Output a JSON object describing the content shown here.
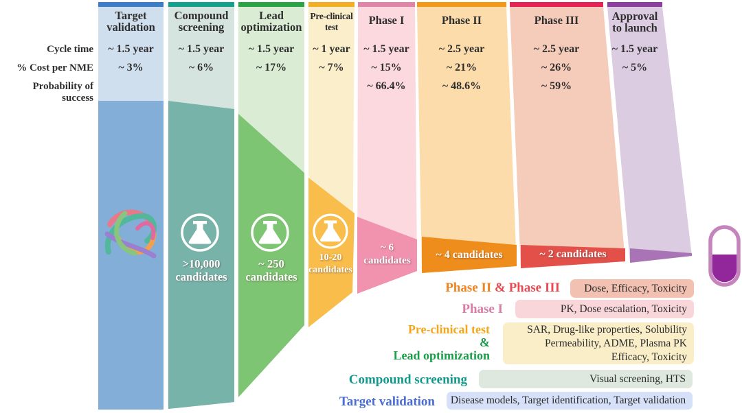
{
  "row_labels": {
    "cycle": "Cycle time",
    "cost": "% Cost per NME",
    "probability": "Probability of success"
  },
  "columns": [
    {
      "id": "target-validation",
      "title1": "Target",
      "title2": "validation",
      "cycle": "~ 1.5 year",
      "cost": "~ 3%",
      "colors": {
        "bar": "#3b7dc8",
        "light": "#cfdfee",
        "dark": "#82aed8"
      }
    },
    {
      "id": "compound-screening",
      "title1": "Compound",
      "title2": "screening",
      "cycle": "~ 1.5 year",
      "cost": "~ 6%",
      "cand1": ">10,000",
      "cand2": "candidates",
      "colors": {
        "bar": "#13a18d",
        "light": "#d6e4df",
        "dark": "#78b3aa"
      }
    },
    {
      "id": "lead-optimization",
      "title1": "Lead",
      "title2": "optimization",
      "cycle": "~ 1.5 year",
      "cost": "~ 17%",
      "cand1": "~ 250",
      "cand2": "candidates",
      "colors": {
        "bar": "#28a447",
        "light": "#daecd4",
        "dark": "#7dc473"
      }
    },
    {
      "id": "pre-clinical-test",
      "title1": "Pre-clinical",
      "title2": "test",
      "cycle": "~ 1 year",
      "cost": "~ 7%",
      "cand1": "10-20",
      "cand2": "candidates",
      "colors": {
        "bar": "#f4ae24",
        "light": "#fbefcb",
        "dark": "#f8bd4a"
      }
    },
    {
      "id": "phase-1",
      "title1": "Phase I",
      "cycle": "~ 1.5 year",
      "cost": "~ 15%",
      "prob": "~ 66.4%",
      "cand1": "~ 6",
      "cand2": "candidates",
      "colors": {
        "bar": "#e085a8",
        "light": "#fbd9df",
        "dark": "#f192ae"
      }
    },
    {
      "id": "phase-2",
      "title1": "Phase II",
      "cycle": "~ 2.5 year",
      "cost": "~ 21%",
      "prob": "~ 48.6%",
      "cand1": "~ 4 candidates",
      "colors": {
        "bar": "#f3981a",
        "light": "#fcdcab",
        "dark": "#ef8d1c"
      }
    },
    {
      "id": "phase-3",
      "title1": "Phase III",
      "cycle": "~ 2.5 year",
      "cost": "~ 26%",
      "prob": "~ 59%",
      "cand1": "~ 2 candidates",
      "colors": {
        "bar": "#e62154",
        "light": "#f5cbba",
        "dark": "#e25049"
      }
    },
    {
      "id": "approval-to-launch",
      "title1": "Approval",
      "title2": "to launch",
      "cycle": "~ 1.5 year",
      "cost": "~ 5%",
      "colors": {
        "bar": "#8d3f9f",
        "light": "#dbcce1",
        "dark": "#a974b6"
      }
    }
  ],
  "legend": [
    {
      "label_parts": [
        {
          "text": "Phase II ",
          "color": "#f0831e"
        },
        {
          "text": "& ",
          "color": "#ea4a52"
        },
        {
          "text": "Phase III",
          "color": "#ea4a52"
        }
      ],
      "box_lines": [
        "Dose, Efficacy, Toxicity"
      ],
      "box_color": "#f2c1b1"
    },
    {
      "label_parts": [
        {
          "text": "Phase I",
          "color": "#d87da6"
        }
      ],
      "box_lines": [
        "PK, Dose escalation, Toxicity"
      ],
      "box_color": "#f9d6da"
    },
    {
      "label_parts": [
        {
          "text": "Pre-clinical test",
          "color": "#f2a71c"
        },
        {
          "text": "&",
          "color": "#1b9e4b"
        },
        {
          "text": "Lead optimization",
          "color": "#1b9e4b"
        }
      ],
      "box_lines": [
        "SAR, Drug-like properties, Solubility",
        "Permeability, ADME, Plasma PK",
        "Efficacy, Toxicity"
      ],
      "box_color": "#faeec9"
    },
    {
      "label_parts": [
        {
          "text": "Compound screening",
          "color": "#13998c"
        }
      ],
      "box_lines": [
        "Visual screening, HTS"
      ],
      "box_color": "#dee8de"
    },
    {
      "label_parts": [
        {
          "text": "Target validation",
          "color": "#4a6ed3"
        }
      ],
      "box_lines": [
        "Disease models, Target identification, Target validation"
      ],
      "box_color": "#d6e0f8"
    }
  ],
  "pill": {
    "outline": "#c584bc",
    "fill": "#92279b"
  },
  "icons": {
    "flask": "flask-icon",
    "protein": "protein-ribbon-icon",
    "capsule": "capsule-icon",
    "protein_colors": [
      "#e8788a",
      "#52b89c",
      "#f0a04e",
      "#9b7fd0",
      "#8ac57e",
      "#e06a9f"
    ]
  }
}
